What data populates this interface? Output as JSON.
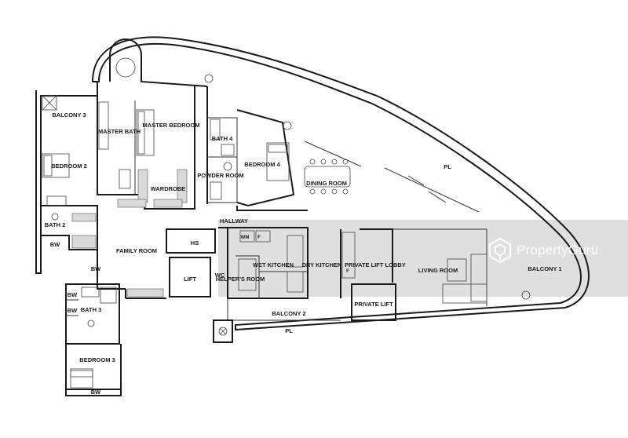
{
  "rooms": {
    "balcony_3": "BALCONY 3",
    "master_bath": "MASTER BATH",
    "master_bedroom": "MASTER BEDROOM",
    "bath_4": "BATH 4",
    "powder_room": "POWDER ROOM",
    "bedroom_4": "BEDROOM 4",
    "dining_room": "DINING ROOM",
    "bedroom_2": "BEDROOM 2",
    "wardrobe": "WARDROBE",
    "hallway": "HALLWAY",
    "bath_2": "BATH 2",
    "bw_1": "BW",
    "family_room": "FAMILY ROOM",
    "hs": "HS",
    "wm": "WM",
    "f_1": "F",
    "wet_kitchen": "WET KITCHEN",
    "dry_kitchen": "DRY KITCHEN",
    "f_2": "F",
    "private_lift_lobby": "PRIVATE LIFT LOBBY",
    "living_room": "LIVING ROOM",
    "balcony_1": "BALCONY 1",
    "bw_2": "BW",
    "lift": "LIFT",
    "wc": "WC",
    "helpers_room": "HELPER'S ROOM",
    "private_lift": "PRIVATE LIFT",
    "bw_3": "BW",
    "bath_3": "BATH 3",
    "bw_4": "BW",
    "balcony_2": "BALCONY 2",
    "pl_1": "PL",
    "pl_2": "PL",
    "bedroom_3": "BEDROOM 3",
    "bw_5": "BW"
  },
  "watermark": {
    "brand": "PropertyGuru",
    "logo_icon": "propertyguru-logo-icon"
  }
}
